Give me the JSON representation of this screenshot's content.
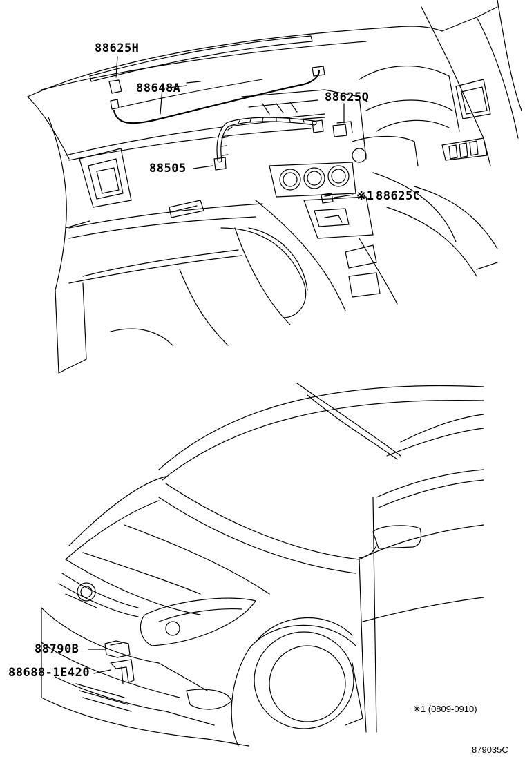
{
  "parts": {
    "p1": "88625H",
    "p2": "88648A",
    "p3": "88625Q",
    "p4": "88505",
    "p5_mark": "※1",
    "p5": "88625C",
    "p6": "88790B",
    "p7": "88688-1E420"
  },
  "footnote": "※1 (0809-0910)",
  "figure_code": "879035C"
}
